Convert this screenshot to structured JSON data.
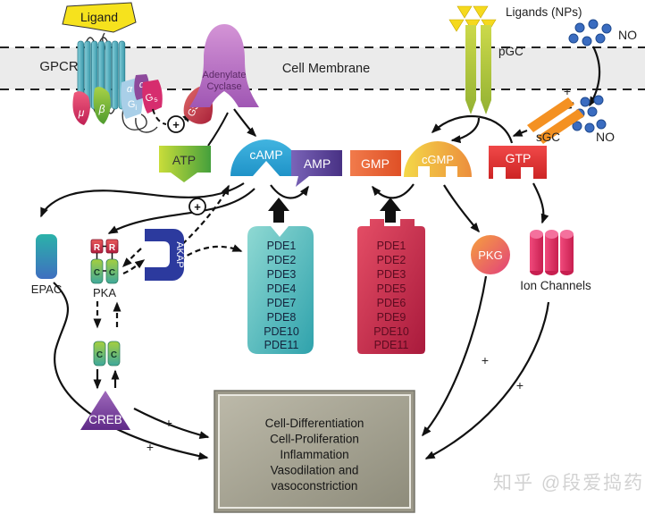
{
  "membrane": {
    "label": "Cell Membrane"
  },
  "receptors": {
    "ligand": "Ligand",
    "gpcr": "GPCR",
    "mu": "μ",
    "beta": "β",
    "alpha_i": "α",
    "gi_base": "G",
    "gi_sub": "i",
    "alpha_s": "α",
    "gs_base": "G",
    "gs_sub": "s",
    "gs_alpha": "GSα",
    "adenylate_cyclase": {
      "line1": "Adenylate",
      "line2": "Cyclase"
    },
    "ligands_nps": "Ligands (NPs)",
    "pgc": "pGC",
    "sgc": "sGC",
    "no_extracellular": "NO",
    "no_intracellular": "NO"
  },
  "molecules": {
    "atp": "ATP",
    "camp": "cAMP",
    "amp": "AMP",
    "gmp": "GMP",
    "cgmp": "cGMP",
    "gtp": "GTP"
  },
  "effectors": {
    "epac": "EPAC",
    "pka": "PKA",
    "pka_r": "R",
    "pka_c": "C",
    "akap": "AKAP",
    "c_free": "C",
    "creb": "CREB",
    "pkg": "PKG",
    "ion_channels": "Ion Channels"
  },
  "pde_camp": {
    "items": [
      "PDE1",
      "PDE2",
      "PDE3",
      "PDE4",
      "PDE7",
      "PDE8",
      "PDE10",
      "PDE11"
    ]
  },
  "pde_cgmp": {
    "items": [
      "PDE1",
      "PDE2",
      "PDE3",
      "PDE5",
      "PDE6",
      "PDE9",
      "PDE10",
      "PDE11"
    ]
  },
  "outcomes": [
    "Cell-Differentiation",
    "Cell-Proliferation",
    "Inflammation",
    "Vasodilation and",
    "vasoconstriction"
  ],
  "signs": {
    "plus": "+"
  },
  "watermark": "知乎 @段爱捣药",
  "colors": {
    "membrane": "#ebebeb",
    "ligand_yellow": "#f6e21d",
    "gpcr_teal": "#4fa8ba",
    "camp_blue": "#2da5d6",
    "amp_purple": "#5b4798",
    "gmp_orange": "#e8653a",
    "cgmp_orange": "#efae40",
    "gtp_red": "#e23636",
    "atp_green": "#7cbb3c",
    "pde_camp_teal": "#49b8bc",
    "pde_cgmp_crimson": "#c52448",
    "pkg_orange_pink": "#ef7a55",
    "ion_channel_pink": "#e0336a",
    "akap_blue": "#2c3a9e",
    "creb_purple": "#7e44a0",
    "epac_teal_blue": "#35a0b5",
    "outcome_box_gray": "#a5a292",
    "no_dot_blue": "#3a6cc0",
    "sgc_orange": "#f49122",
    "arrow_black": "#111111"
  }
}
